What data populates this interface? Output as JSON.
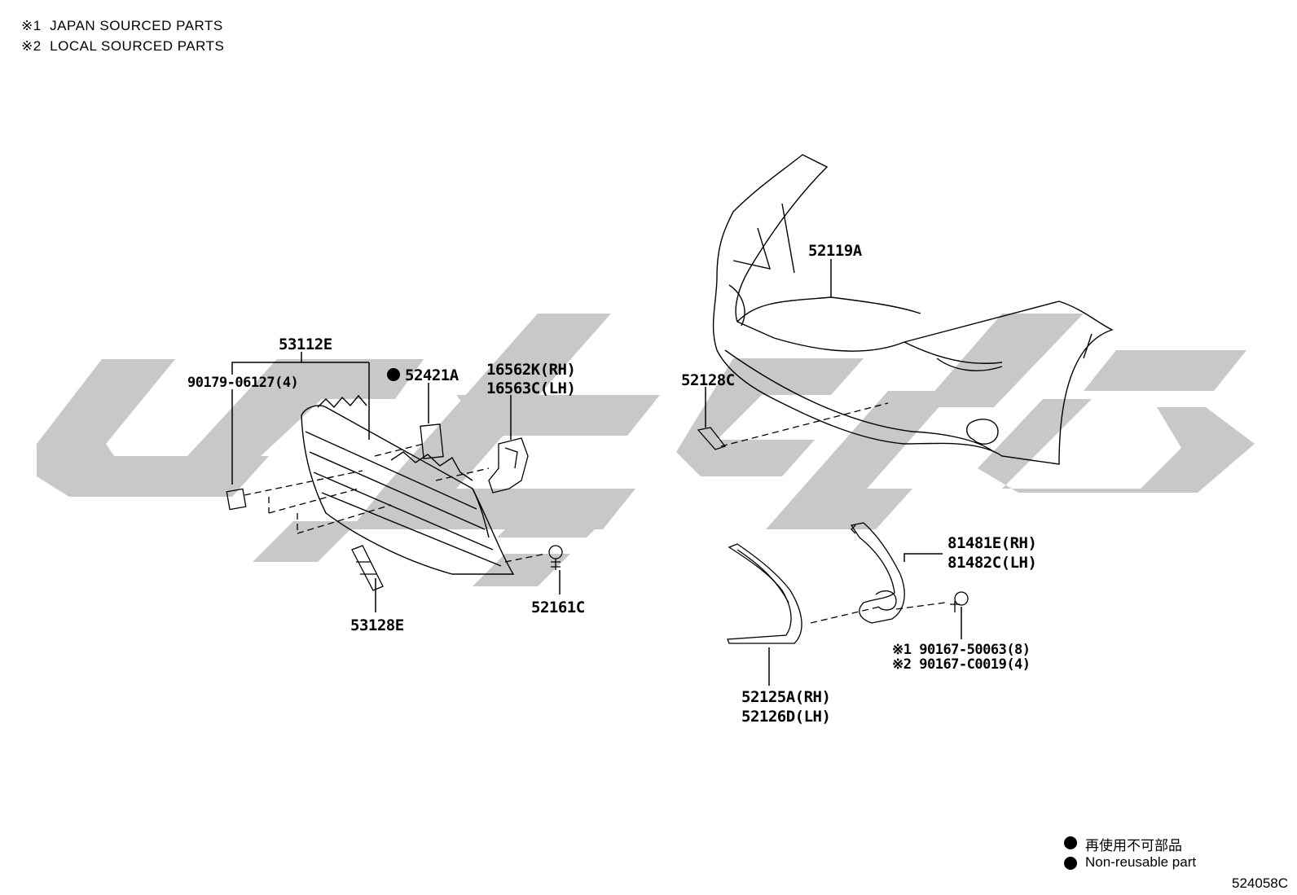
{
  "notes": [
    {
      "mark": "※1",
      "text": "JAPAN SOURCED PARTS"
    },
    {
      "mark": "※2",
      "text": "LOCAL SOURCED PARTS"
    }
  ],
  "part_labels": {
    "p52119A": "52119A",
    "p53112E": "53112E",
    "p90179": "90179-06127(4)",
    "p52421A": "52421A",
    "p16562K": "16562K(RH)",
    "p16563C": "16563C(LH)",
    "p52128C": "52128C",
    "p52161C": "52161C",
    "p53128E": "53128E",
    "p81481E": "81481E(RH)",
    "p81482C": "81482C(LH)",
    "p90167a_mark": "※1",
    "p90167a": "90167-50063(8)",
    "p90167b_mark": "※2",
    "p90167b": "90167-C0019(4)",
    "p52125A": "52125A(RH)",
    "p52126D": "52126D(LH)"
  },
  "legend": {
    "jp": "再使用不可部品",
    "en": "Non-reusable part"
  },
  "diagram_code": "524058C",
  "colors": {
    "watermark": "#c8c8c8",
    "line": "#000000",
    "background": "#ffffff"
  }
}
